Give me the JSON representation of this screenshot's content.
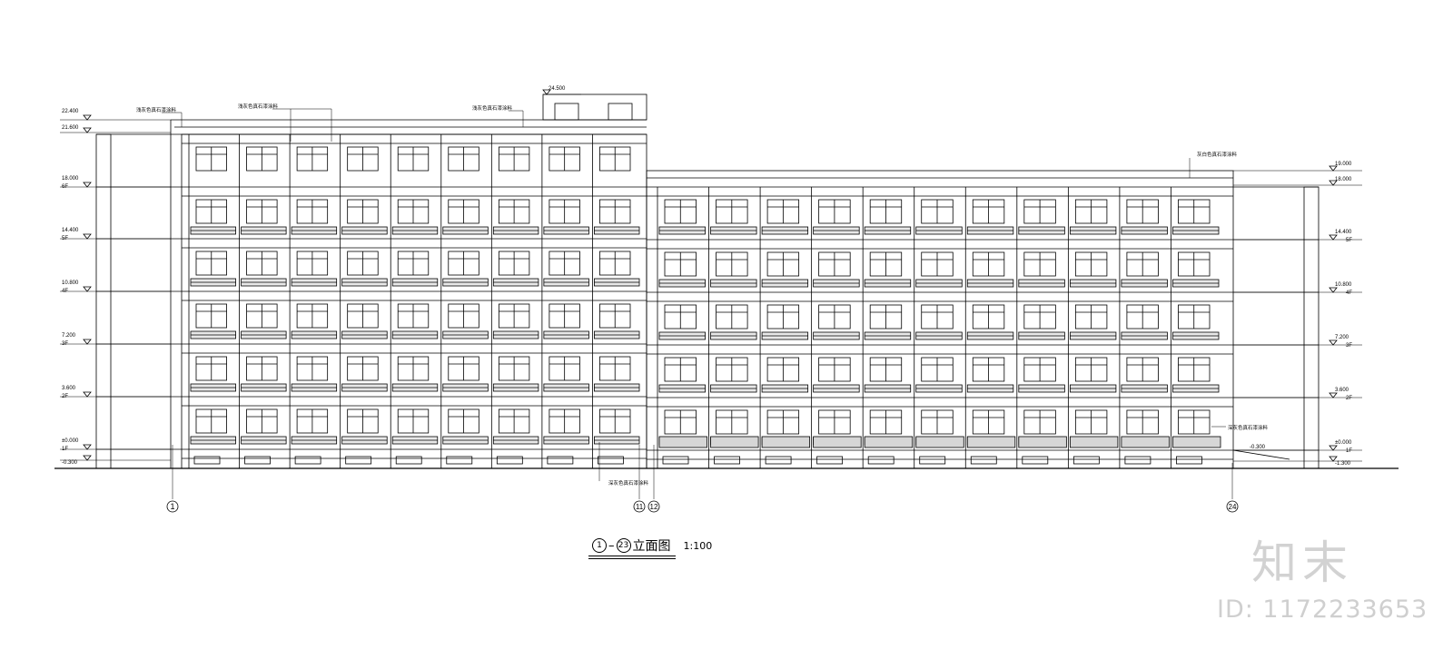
{
  "title": {
    "axis_start": "1",
    "axis_end": "23",
    "name": "立面图",
    "scale": "1:100"
  },
  "left_levels": [
    {
      "elev": "22.400",
      "floor": ""
    },
    {
      "elev": "21.600",
      "floor": ""
    },
    {
      "elev": "18.000",
      "floor": "6F"
    },
    {
      "elev": "14.400",
      "floor": "5F"
    },
    {
      "elev": "10.800",
      "floor": "4F"
    },
    {
      "elev": "7.200",
      "floor": "3F"
    },
    {
      "elev": "3.600",
      "floor": "2F"
    },
    {
      "elev": "±0.000",
      "floor": "1F"
    },
    {
      "elev": "-0.300",
      "floor": ""
    }
  ],
  "right_levels": [
    {
      "elev": "19.000",
      "floor": ""
    },
    {
      "elev": "18.000",
      "floor": ""
    },
    {
      "elev": "14.400",
      "floor": "5F"
    },
    {
      "elev": "10.800",
      "floor": "4F"
    },
    {
      "elev": "7.200",
      "floor": "3F"
    },
    {
      "elev": "3.600",
      "floor": "2F"
    },
    {
      "elev": "±0.000",
      "floor": "1F"
    },
    {
      "elev": "-1.300",
      "floor": ""
    }
  ],
  "roof_level": "24.500",
  "ground_right_level": "-0.300",
  "grid_axes": [
    "1",
    "11",
    "12",
    "24"
  ],
  "material_notes": {
    "note1": "浅灰色真石漆涂料",
    "note2": "浅灰色真石漆涂料",
    "note3": "浅灰色真石漆涂料",
    "note4": "灰白色真石漆涂料",
    "note5": "深灰色真石漆涂料",
    "note6": "深灰色真石漆涂料"
  },
  "watermark": {
    "logo": "知末",
    "id_text": "ID: 1172233653"
  }
}
